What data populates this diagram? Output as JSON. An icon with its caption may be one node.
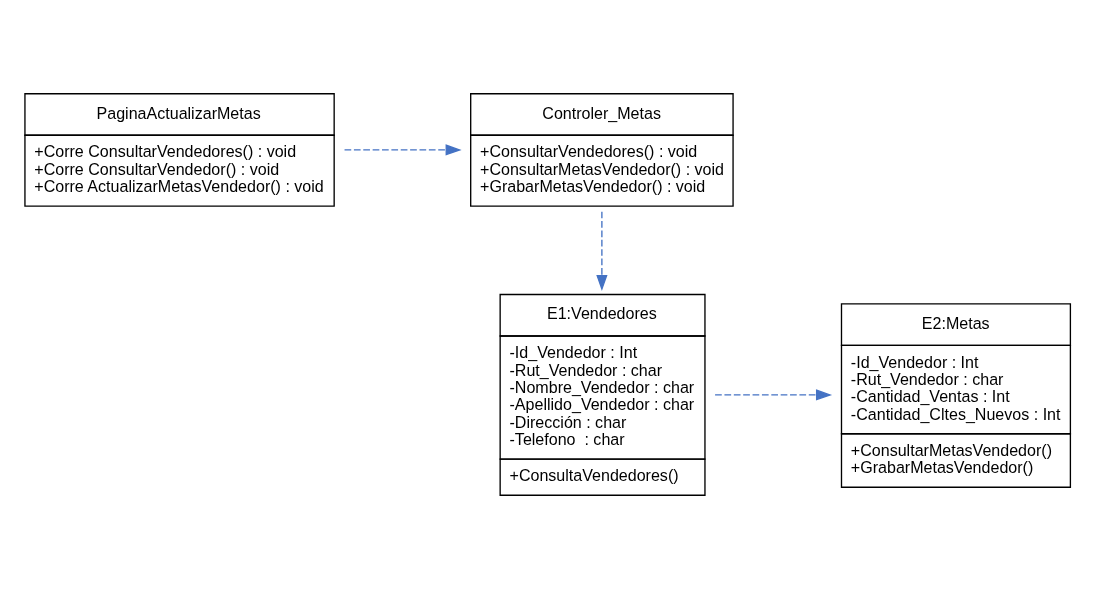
{
  "diagram": {
    "nodes": [
      {
        "text": [
          "PaginaActualizarMetas",
          "+Corre ConsultarVendedores() : void",
          "+Corre ConsultarVendedor() : void",
          "+Corre ActualizarMetasVendedor() : void"
        ]
      },
      {
        "text": [
          "Controler_Metas",
          "+ConsultarVendedores() : void",
          "+ConsultarMetasVendedor() : void",
          "+GrabarMetasVendedor() : void"
        ]
      },
      {
        "text": [
          "E2:Metas",
          "-Id_Vendedor : Int",
          "-Rut_Vendedor : char",
          "-Cantidad_Ventas : Int",
          "-Cantidad_Cltes_Nuevos : Int",
          "+ConsultarMetasVendedor()",
          "+GrabarMetasVendedor()"
        ]
      },
      {
        "text": [
          "E1:Vendedores",
          "-Id_Vendedor : Int",
          "-Rut_Vendedor : char",
          "-Nombre_Vendedor : char",
          "-Apellido_Vendedor : char",
          "-Dirección : char",
          "-Telefono  : char",
          "+ConsultaVendedores()"
        ]
      }
    ],
    "edges": [
      {
        "from": 0,
        "to": 1,
        "arrow": "to",
        "style": "dashed"
      },
      {
        "from": 1,
        "to": 3,
        "arrow": "to",
        "style": "dashed"
      },
      {
        "from": 3,
        "to": 2,
        "arrow": "to",
        "style": "dashed"
      }
    ]
  }
}
